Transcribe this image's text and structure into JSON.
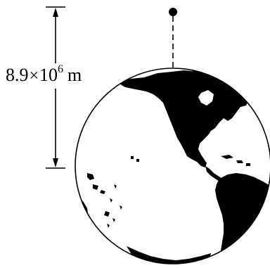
{
  "distance_label": {
    "mantissa": "8.9",
    "times": "×",
    "base": "10",
    "exponent": "6",
    "unit": "m"
  }
}
